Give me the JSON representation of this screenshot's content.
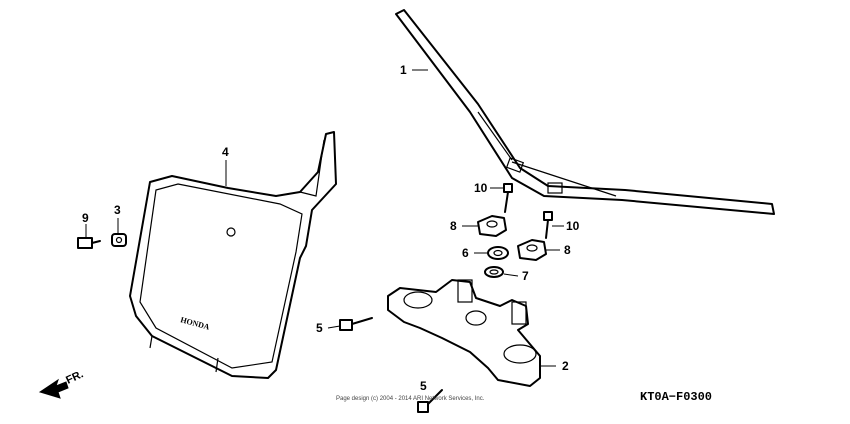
{
  "diagram_code": "KT0A−F0300",
  "direction_label": "FR.",
  "copyright": "Page design (c) 2004 - 2014 ARI Network Services, Inc.",
  "plate_logo": "HONDA",
  "callouts": {
    "c1": "1",
    "c2": "2",
    "c3": "3",
    "c4": "4",
    "c5a": "5",
    "c5b": "5",
    "c6": "6",
    "c7": "7",
    "c8a": "8",
    "c8b": "8",
    "c9": "9",
    "c10a": "10",
    "c10b": "10"
  }
}
